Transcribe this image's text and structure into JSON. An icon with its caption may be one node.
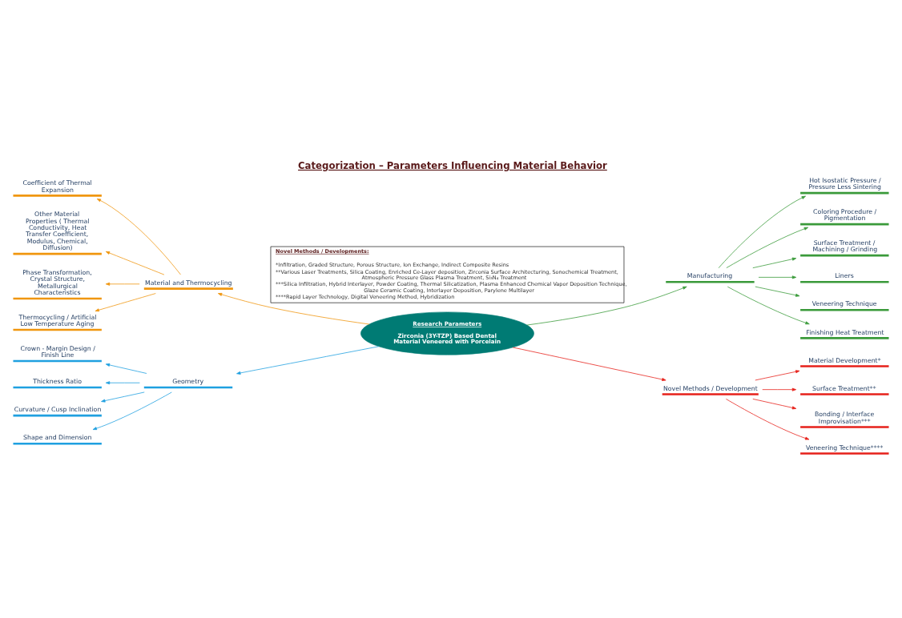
{
  "diagram": {
    "title": "Categorization – Parameters Influencing Material Behavior",
    "nodes": [
      {
        "text": [
          "Research Parameters",
          "Zirconia (3Y-TZP) Based Dental Material Veneered with Porcelain"
        ]
      },
      {
        "text": [
          "Material and Thermocycling"
        ]
      },
      {
        "text": [
          "Coefficient of Thermal Expansion"
        ]
      },
      {
        "text": [
          "Other Material Properties ( Thermal Conductivity, Heat Transfer Coefficient, Modulus, Chemical, Diffusion)"
        ]
      },
      {
        "text": [
          "Phase Transformation, Crystal Structure, Metallurgical Characteristics"
        ]
      },
      {
        "text": [
          "Thermocycling / Artificial Low Temperature Aging"
        ]
      },
      {
        "text": [
          "Geometry"
        ]
      },
      {
        "text": [
          "Crown - Margin Design / Finish Line"
        ]
      },
      {
        "text": [
          "Thickness Ratio"
        ]
      },
      {
        "text": [
          "Curvature / Cusp Inclination"
        ]
      },
      {
        "text": [
          "Shape and Dimension"
        ]
      },
      {
        "text": [
          "Manufacturing"
        ]
      },
      {
        "text": [
          "Hot Isostatic Pressure / Pressure Less Sintering"
        ]
      },
      {
        "text": [
          "Coloring Procedure / Pigmentation"
        ]
      },
      {
        "text": [
          "Surface Treatment / Machining / Grinding"
        ]
      },
      {
        "text": [
          "Liners"
        ]
      },
      {
        "text": [
          "Veneering Technique"
        ]
      },
      {
        "text": [
          "Finishing Heat Treatment"
        ]
      },
      {
        "text": [
          "Novel Methods / Development"
        ]
      },
      {
        "text": [
          "Material Development*"
        ]
      },
      {
        "text": [
          "Surface Treatment**"
        ]
      },
      {
        "text": [
          "Bonding / Interface Improvisation***"
        ]
      },
      {
        "text": [
          "Veneering Technique****"
        ]
      },
      {
        "text": [
          "Novel Methods / Developments:",
          "*Infiltration, Graded Structure, Porous Structure, Ion Exchange, Indirect Composite Resins",
          "**Various Laser Treatments, Silica Coating, Enriched Ce-Layer deposition, Zirconia Surface Architecturing, Sonochemical Treatment, Atmospheric Pressure Glass Plasma Treatment, Si₃N₄ Treatment",
          "***Silica Infiltration, Hybrid Interlayer, Powder Coating, Thermal Silicatization, Plasma Enhanced Chemical Vapor Deposition Technique, Glaze Ceramic Coating, Interlayer Deposition, Parylene Multilayer",
          "****Rapid Layer Technology, Digital Veneering Method, Hybridization"
        ]
      }
    ],
    "edges": [
      {
        "from": 0,
        "to": 1,
        "arrow": "to",
        "color": "#f0960e"
      },
      {
        "from": 1,
        "to": 2,
        "arrow": "to",
        "color": "#f0960e"
      },
      {
        "from": 1,
        "to": 3,
        "arrow": "to",
        "color": "#f0960e"
      },
      {
        "from": 1,
        "to": 4,
        "arrow": "to",
        "color": "#f0960e"
      },
      {
        "from": 1,
        "to": 5,
        "arrow": "to",
        "color": "#f0960e"
      },
      {
        "from": 0,
        "to": 6,
        "arrow": "to",
        "color": "#1fa0e0"
      },
      {
        "from": 6,
        "to": 7,
        "arrow": "to",
        "color": "#1fa0e0"
      },
      {
        "from": 6,
        "to": 8,
        "arrow": "to",
        "color": "#1fa0e0"
      },
      {
        "from": 6,
        "to": 9,
        "arrow": "to",
        "color": "#1fa0e0"
      },
      {
        "from": 6,
        "to": 10,
        "arrow": "to",
        "color": "#1fa0e0"
      },
      {
        "from": 0,
        "to": 11,
        "arrow": "to",
        "color": "#3a9a3a"
      },
      {
        "from": 11,
        "to": 12,
        "arrow": "to",
        "color": "#3a9a3a"
      },
      {
        "from": 11,
        "to": 13,
        "arrow": "to",
        "color": "#3a9a3a"
      },
      {
        "from": 11,
        "to": 14,
        "arrow": "to",
        "color": "#3a9a3a"
      },
      {
        "from": 11,
        "to": 15,
        "arrow": "to",
        "color": "#3a9a3a"
      },
      {
        "from": 11,
        "to": 16,
        "arrow": "to",
        "color": "#3a9a3a"
      },
      {
        "from": 11,
        "to": 17,
        "arrow": "to",
        "color": "#3a9a3a"
      },
      {
        "from": 0,
        "to": 18,
        "arrow": "to",
        "color": "#e6201a"
      },
      {
        "from": 18,
        "to": 19,
        "arrow": "to",
        "color": "#e6201a"
      },
      {
        "from": 18,
        "to": 20,
        "arrow": "to",
        "color": "#e6201a"
      },
      {
        "from": 18,
        "to": 21,
        "arrow": "to",
        "color": "#e6201a"
      },
      {
        "from": 18,
        "to": 22,
        "arrow": "to",
        "color": "#e6201a"
      }
    ]
  }
}
